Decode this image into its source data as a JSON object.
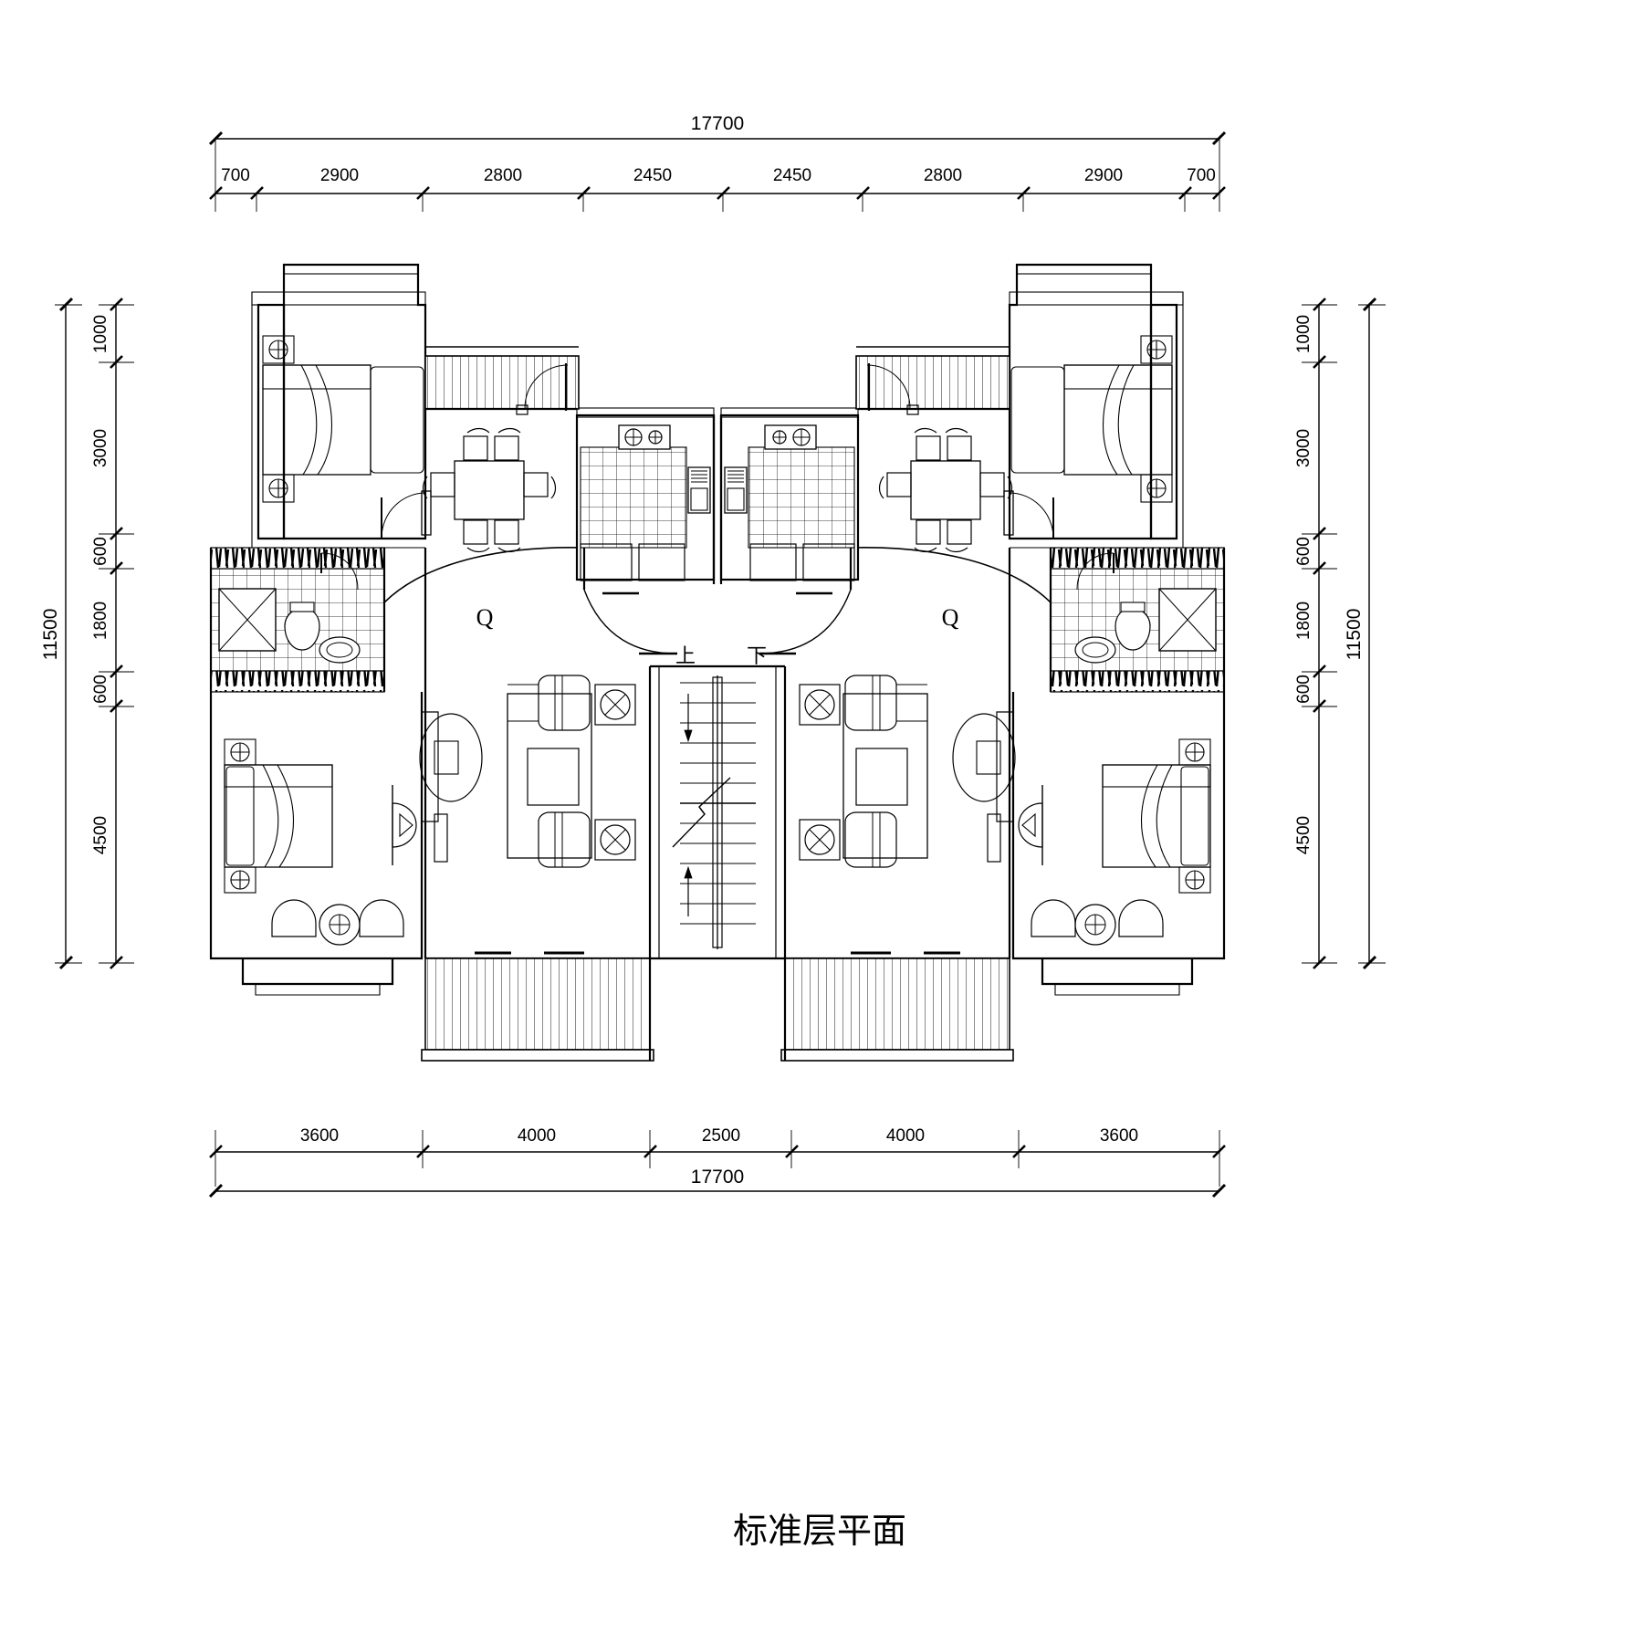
{
  "drawing": {
    "title": "标准层平面",
    "type": "architectural-floor-plan",
    "overall_width": "17700",
    "overall_height": "11500",
    "units": "mm"
  },
  "dimensions": {
    "top_overall": "17700",
    "top_segments": [
      "700",
      "2900",
      "2800",
      "2450",
      "2450",
      "2800",
      "2900",
      "700"
    ],
    "bottom_overall": "17700",
    "bottom_segments": [
      "3600",
      "4000",
      "2500",
      "4000",
      "3600"
    ],
    "left_overall": "11500",
    "left_segments": [
      "1000",
      "3000",
      "600",
      "1800",
      "600",
      "4500"
    ],
    "right_overall": "11500",
    "right_segments": [
      "1000",
      "3000",
      "600",
      "1800",
      "600",
      "4500"
    ]
  },
  "labels": {
    "room_tag_left": "Q",
    "room_tag_right": "Q",
    "stair_up": "上",
    "stair_down": "下"
  },
  "colors": {
    "line": "#000000",
    "background": "#ffffff",
    "text": "#000000"
  },
  "rooms": {
    "left_unit": [
      {
        "name": "master-bedroom",
        "tag": ""
      },
      {
        "name": "bathroom",
        "tag": ""
      },
      {
        "name": "bedroom",
        "tag": ""
      },
      {
        "name": "living-room",
        "tag": "Q"
      },
      {
        "name": "dining-room",
        "tag": ""
      },
      {
        "name": "kitchen",
        "tag": ""
      },
      {
        "name": "balcony",
        "tag": ""
      }
    ],
    "right_unit": [
      {
        "name": "master-bedroom",
        "tag": ""
      },
      {
        "name": "bathroom",
        "tag": ""
      },
      {
        "name": "bedroom",
        "tag": ""
      },
      {
        "name": "living-room",
        "tag": "Q"
      },
      {
        "name": "dining-room",
        "tag": ""
      },
      {
        "name": "kitchen",
        "tag": ""
      },
      {
        "name": "balcony",
        "tag": ""
      }
    ],
    "core": [
      {
        "name": "stair",
        "tag": "上/下"
      }
    ]
  }
}
